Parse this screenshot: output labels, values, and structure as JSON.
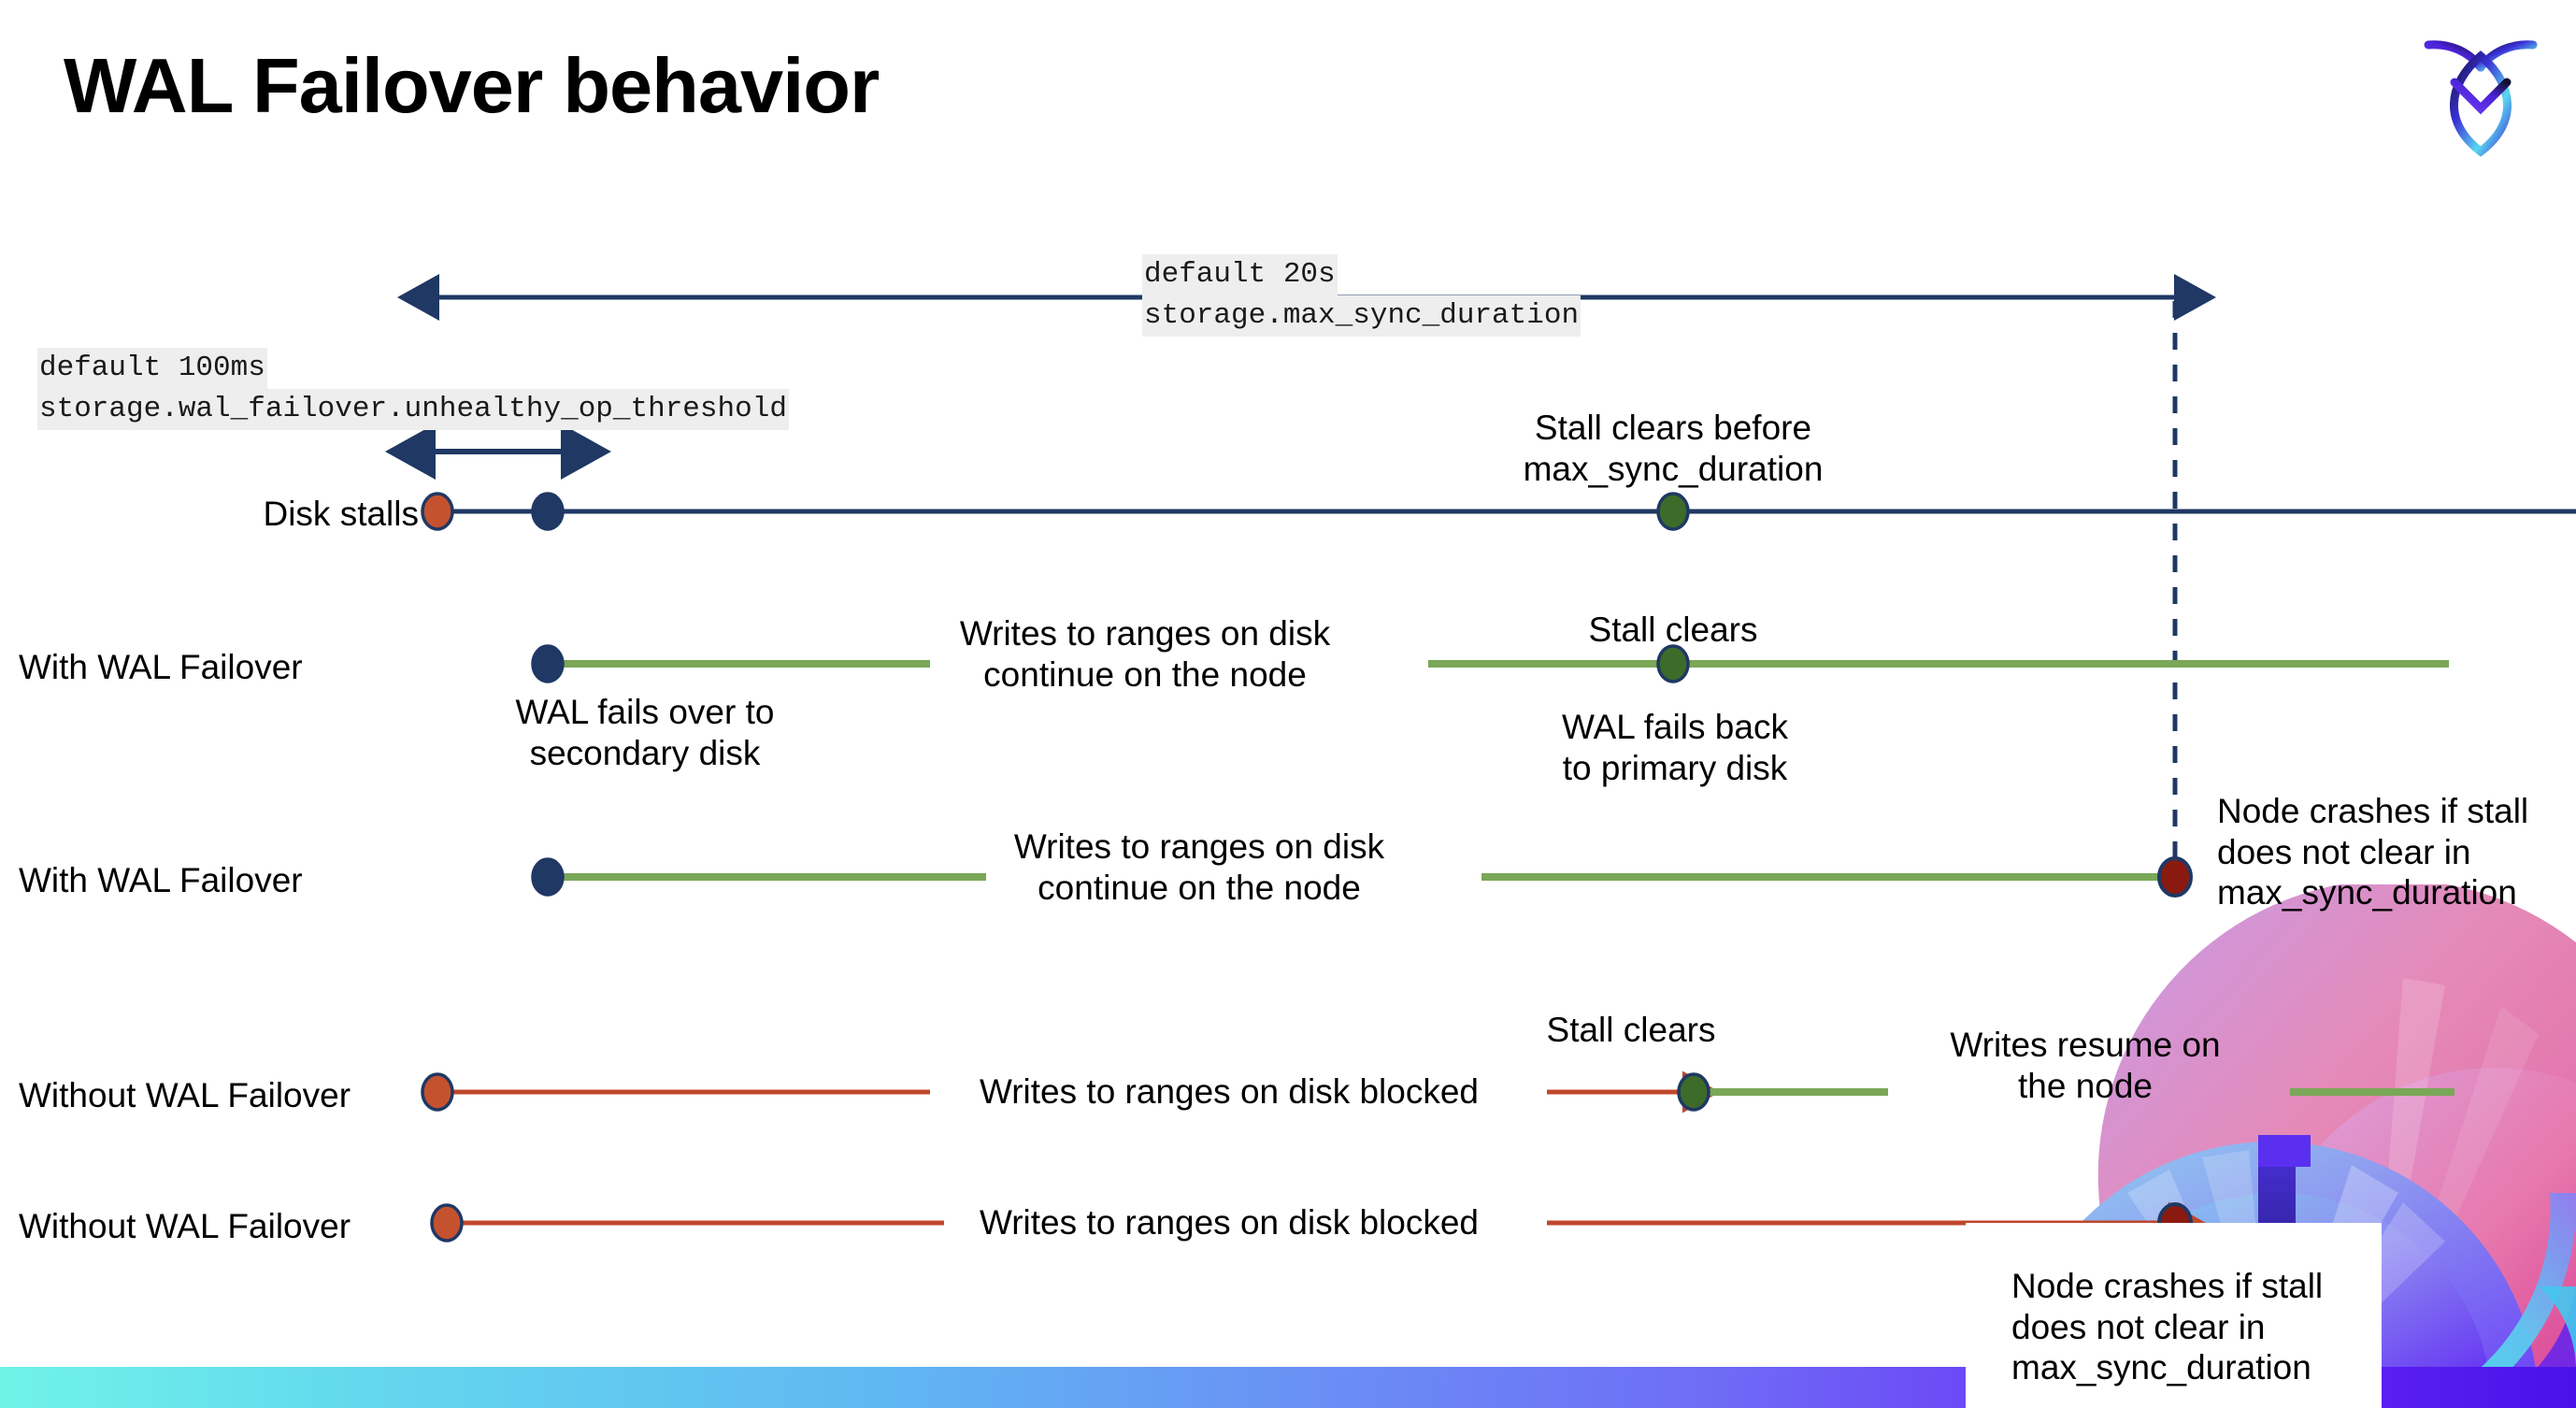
{
  "slide": {
    "title": "WAL Failover behavior",
    "logo_name": "cockroachdb-logo"
  },
  "settings": {
    "max_sync_duration": {
      "default_line": "default 20s",
      "setting_line": "storage.max_sync_duration"
    },
    "unhealthy_op_threshold": {
      "default_line": "default 100ms",
      "setting_line": "storage.wal_failover.unhealthy_op_threshold"
    }
  },
  "rows": [
    {
      "label": "Disk stalls",
      "annotations": [
        "Stall clears before\nmax_sync_duration"
      ]
    },
    {
      "label": "With WAL Failover",
      "annotations": [
        "WAL fails over to\nsecondary disk",
        "Writes to ranges on disk\ncontinue on the node",
        "Stall clears",
        "WAL fails  back\nto primary disk"
      ]
    },
    {
      "label": "With WAL Failover",
      "annotations": [
        "Writes to ranges on disk\ncontinue on the node",
        "Node crashes if stall\ndoes not clear in\nmax_sync_duration"
      ]
    },
    {
      "label": "Without WAL Failover",
      "annotations": [
        "Writes to ranges on disk  blocked",
        "Stall clears",
        "Writes resume on\nthe node"
      ]
    },
    {
      "label": "Without WAL Failover",
      "annotations": [
        "Writes to ranges on disk  blocked",
        "Node crashes if stall\ndoes not clear in\nmax_sync_duration"
      ]
    }
  ],
  "colors": {
    "navy": "#1f3864",
    "green_line": "#7aa758",
    "green_dot": "#3d6b2a",
    "orange": "#c0472b",
    "orange_dot": "#c5522f",
    "dark_red": "#8a1a10",
    "code_bg": "#eeeeee",
    "band_start": "#6ff3e8",
    "band_end": "#4a12e8"
  },
  "chart_data": {
    "type": "timeline",
    "title": "WAL Failover behavior",
    "description": "Five parallel timelines comparing disk-stall handling with and without WAL failover.",
    "markers": [
      {
        "name": "stall-start",
        "color": "#c5522f",
        "meaning": "disk stall begins"
      },
      {
        "name": "failover-point",
        "color": "#1f3864",
        "meaning": "unhealthy_op_threshold reached / WAL fails over"
      },
      {
        "name": "stall-clears",
        "color": "#3d6b2a",
        "meaning": "stall clears"
      },
      {
        "name": "node-crash",
        "color": "#8a1a10",
        "meaning": "node crashes at max_sync_duration"
      }
    ],
    "spans": [
      {
        "name": "unhealthy_op_threshold",
        "label": "default 100ms",
        "from_x": 460,
        "to_x": 600
      },
      {
        "name": "max_sync_duration",
        "label": "default 20s",
        "from_x": 460,
        "to_x": 2330
      }
    ],
    "series": [
      {
        "name": "Disk stalls",
        "line_color": "#1f3864",
        "start_x": 468,
        "end_x": 2756,
        "dots": [
          468,
          586,
          1790
        ]
      },
      {
        "name": "With WAL Failover",
        "line_color": "#7aa758",
        "start_x": 586,
        "end_x": 2620,
        "dots": [
          586,
          1790
        ]
      },
      {
        "name": "With WAL Failover",
        "line_color": "#7aa758",
        "start_x": 586,
        "end_x": 2330,
        "dots": [
          586,
          2330
        ]
      },
      {
        "name": "Without WAL Failover",
        "line_color": "#c0472b",
        "start_x": 468,
        "end_x": 2020,
        "dots": [
          468,
          1812
        ]
      },
      {
        "name": "Without WAL Failover",
        "line_color": "#c0472b",
        "start_x": 478,
        "end_x": 2330,
        "dots": [
          478,
          2330
        ]
      }
    ]
  }
}
